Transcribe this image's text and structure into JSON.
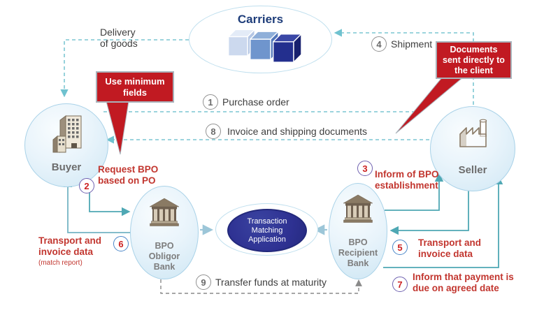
{
  "diagram": {
    "nodes": {
      "carriers": "Carriers",
      "buyer": "Buyer",
      "seller": "Seller",
      "obligor_bank": "BPO\nObligor\nBank",
      "recipient_bank": "BPO\nRecipient\nBank",
      "matching_app": "Transaction\nMatching\nApplication"
    },
    "callouts": {
      "use_minimum_fields": "Use minimum\nfields",
      "documents_direct": "Documents\nsent directly to\nthe client"
    },
    "labels": {
      "delivery_of_goods": "Delivery\nof goods"
    },
    "steps": [
      {
        "num": "1",
        "label": "Purchase order"
      },
      {
        "num": "2",
        "label": "Request BPO\nbased on PO"
      },
      {
        "num": "3",
        "label": "Inform of BPO\nestablishment"
      },
      {
        "num": "4",
        "label": "Shipment"
      },
      {
        "num": "5",
        "label": "Transport and\ninvoice data"
      },
      {
        "num": "6",
        "label": "Transport and\ninvoice data",
        "note": "(match report)"
      },
      {
        "num": "7",
        "label": "Inform that payment is\ndue on agreed date"
      },
      {
        "num": "8",
        "label": "Invoice and shipping documents"
      },
      {
        "num": "9",
        "label": "Transfer funds at maturity"
      }
    ],
    "colors": {
      "callout_red": "#c11a22",
      "red_text": "#c2362f",
      "navy": "#2e3192",
      "teal_line": "#4fa8b4",
      "dashed_teal": "#7cc6d2",
      "gray_line": "#8a8a8a",
      "node_border": "#a9d2e8"
    }
  }
}
